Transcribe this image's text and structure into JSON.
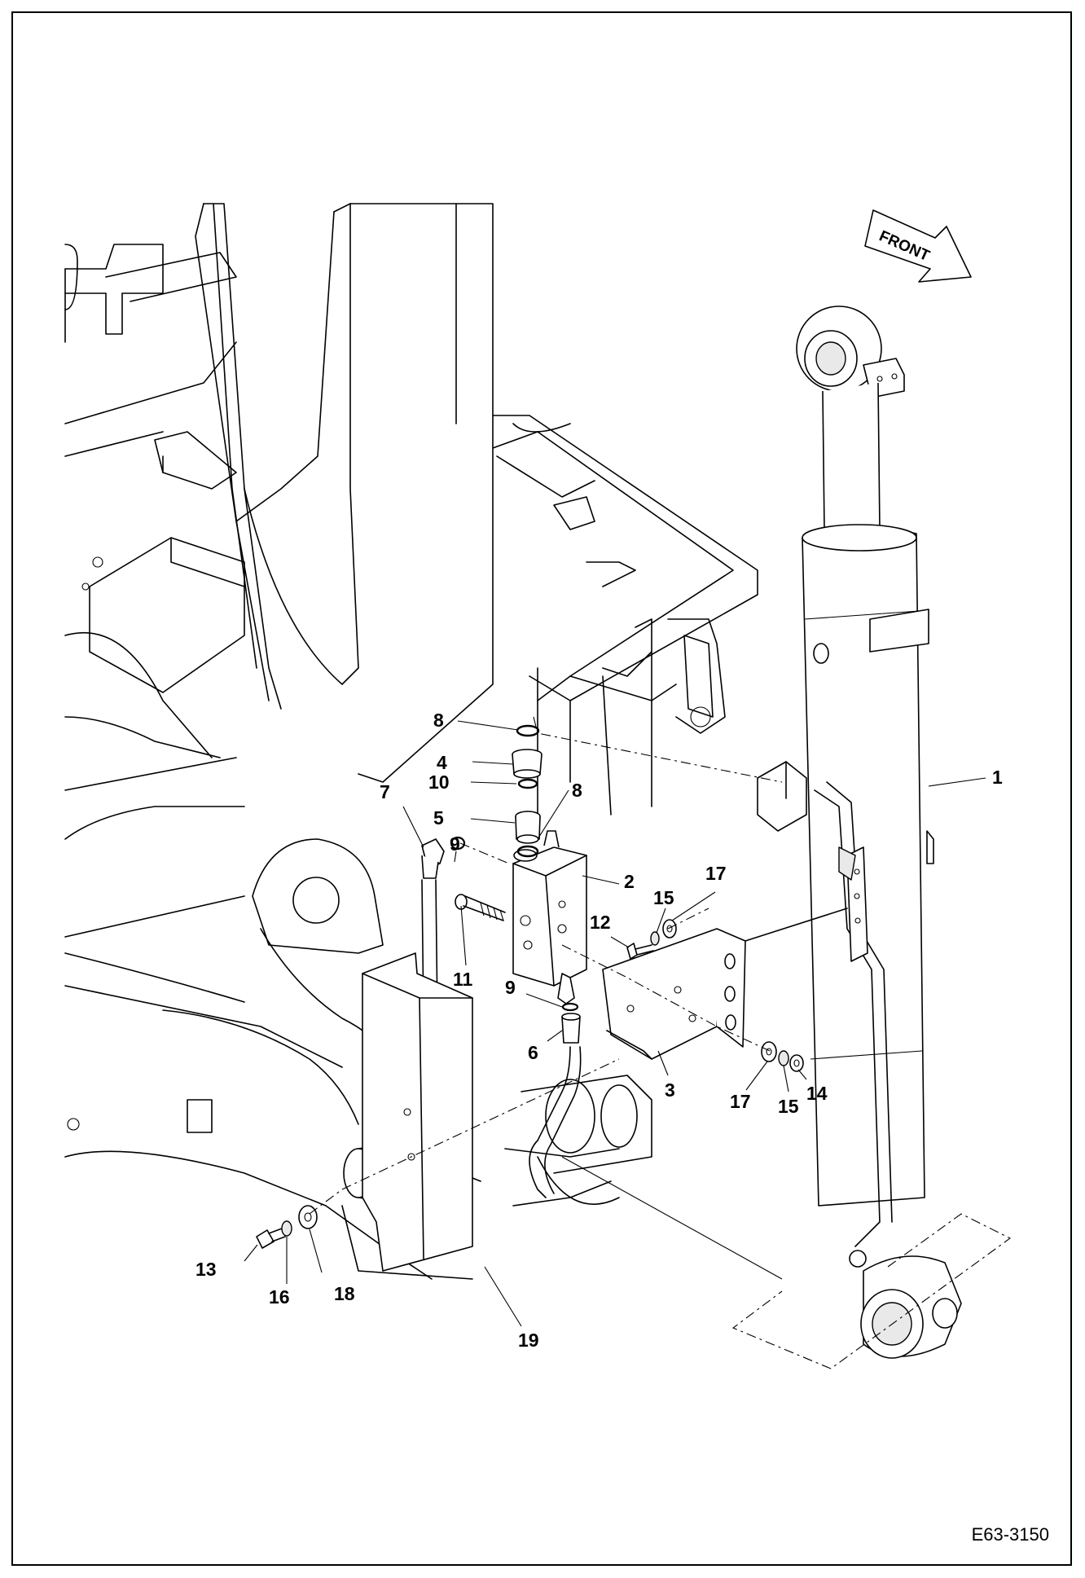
{
  "diagram": {
    "direction_label": "FRONT",
    "document_code": "E63-3150",
    "callouts": [
      {
        "id": "1",
        "label": "1"
      },
      {
        "id": "2",
        "label": "2"
      },
      {
        "id": "3",
        "label": "3"
      },
      {
        "id": "4",
        "label": "4"
      },
      {
        "id": "5",
        "label": "5"
      },
      {
        "id": "6",
        "label": "6"
      },
      {
        "id": "7",
        "label": "7"
      },
      {
        "id": "8a",
        "label": "8"
      },
      {
        "id": "8b",
        "label": "8"
      },
      {
        "id": "9a",
        "label": "9"
      },
      {
        "id": "9b",
        "label": "9"
      },
      {
        "id": "10",
        "label": "10"
      },
      {
        "id": "11",
        "label": "11"
      },
      {
        "id": "12",
        "label": "12"
      },
      {
        "id": "13",
        "label": "13"
      },
      {
        "id": "14",
        "label": "14"
      },
      {
        "id": "15a",
        "label": "15"
      },
      {
        "id": "15b",
        "label": "15"
      },
      {
        "id": "16",
        "label": "16"
      },
      {
        "id": "17a",
        "label": "17"
      },
      {
        "id": "17b",
        "label": "17"
      },
      {
        "id": "18",
        "label": "18"
      },
      {
        "id": "19",
        "label": "19"
      }
    ]
  }
}
